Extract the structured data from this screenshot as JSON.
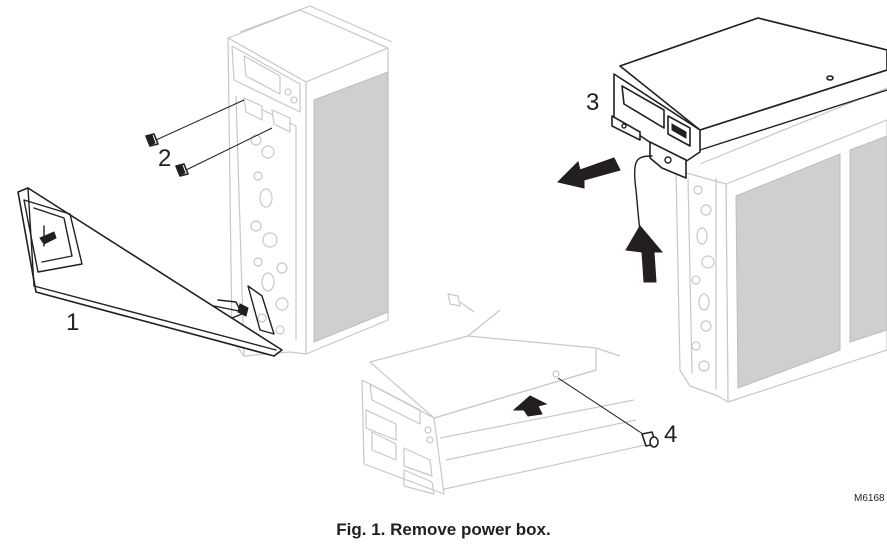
{
  "figure": {
    "caption": "Fig. 1. Remove power box.",
    "reference_code": "M6168",
    "callouts": {
      "door_panel": "1",
      "screws": "2",
      "power_box": "3",
      "mounting_screw": "4"
    }
  },
  "icons": {
    "arrows": [
      "pull-out-arrow-icon",
      "lift-up-arrow-icon",
      "slide-arrow-icon"
    ],
    "parts": [
      "screw-icon",
      "power-box-icon",
      "door-panel-icon",
      "cabinet-icon"
    ]
  }
}
